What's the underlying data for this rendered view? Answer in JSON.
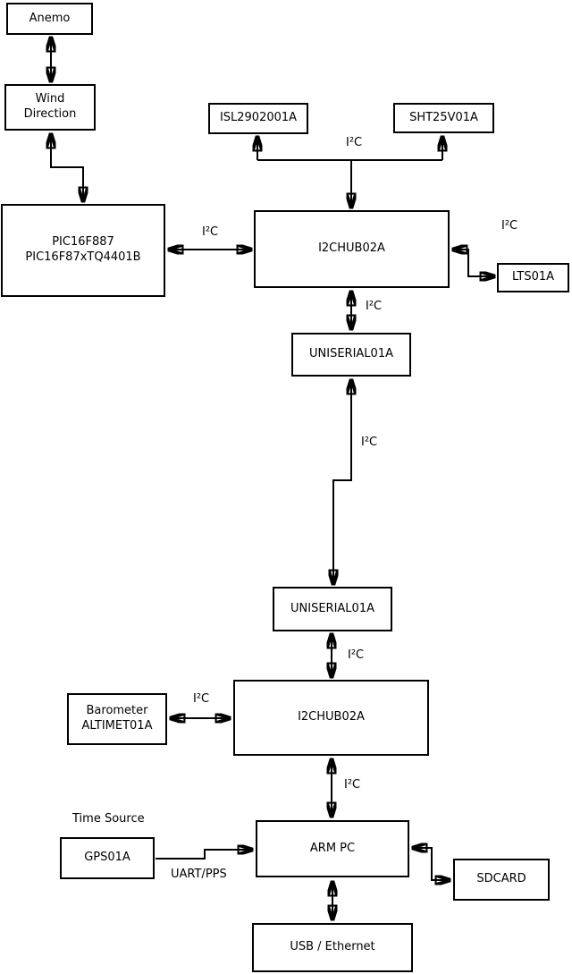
{
  "colors": {
    "background": "#ffffff",
    "line": "#000000",
    "box_fill": "#ffffff",
    "text": "#000000"
  },
  "nodes": {
    "anemo": {
      "label": "Anemo"
    },
    "wind_direction": {
      "lines": [
        "Wind",
        "Direction"
      ]
    },
    "pic": {
      "lines": [
        "PIC16F887",
        "PIC16F87xTQ4401B"
      ]
    },
    "isl": {
      "label": "ISL2902001A"
    },
    "sht": {
      "label": "SHT25V01A"
    },
    "i2chub_top": {
      "label": "I2CHUB02A"
    },
    "lts": {
      "label": "LTS01A"
    },
    "uniserial_top": {
      "label": "UNISERIAL01A"
    },
    "uniserial_bottom": {
      "label": "UNISERIAL01A"
    },
    "i2chub_bottom": {
      "label": "I2CHUB02A"
    },
    "barometer": {
      "lines": [
        "Barometer",
        "ALTIMET01A"
      ]
    },
    "gps": {
      "label": "GPS01A"
    },
    "arm_pc": {
      "label": "ARM PC"
    },
    "sdcard": {
      "label": "SDCARD"
    },
    "usb_ethernet": {
      "label": "USB / Ethernet"
    }
  },
  "labels": {
    "i2c": "I²C",
    "uart_pps": "UART/PPS",
    "time_source": "Time Source"
  },
  "edges": [
    {
      "from": "Anemo",
      "to": "Wind Direction",
      "arrows": "both",
      "label": ""
    },
    {
      "from": "Wind Direction",
      "to": "PIC16F887 PIC16F87xTQ4401B",
      "arrows": "both",
      "label": ""
    },
    {
      "from": "I2CHUB02A (top)",
      "to": "ISL2902001A",
      "arrows": "both",
      "label": "I²C"
    },
    {
      "from": "I2CHUB02A (top)",
      "to": "SHT25V01A",
      "arrows": "both",
      "label": "I²C"
    },
    {
      "from": "PIC16F887 PIC16F87xTQ4401B",
      "to": "I2CHUB02A (top)",
      "arrows": "both",
      "label": "I²C"
    },
    {
      "from": "I2CHUB02A (top)",
      "to": "LTS01A",
      "arrows": "both",
      "label": "I²C"
    },
    {
      "from": "I2CHUB02A (top)",
      "to": "UNISERIAL01A (top)",
      "arrows": "both",
      "label": "I²C"
    },
    {
      "from": "UNISERIAL01A (top)",
      "to": "UNISERIAL01A (bottom)",
      "arrows": "both",
      "label": "I²C"
    },
    {
      "from": "UNISERIAL01A (bottom)",
      "to": "I2CHUB02A (bottom)",
      "arrows": "both",
      "label": "I²C"
    },
    {
      "from": "Barometer ALTIMET01A",
      "to": "I2CHUB02A (bottom)",
      "arrows": "both",
      "label": "I²C"
    },
    {
      "from": "I2CHUB02A (bottom)",
      "to": "ARM PC",
      "arrows": "both",
      "label": "I²C"
    },
    {
      "from": "GPS01A",
      "to": "ARM PC",
      "arrows": "end",
      "label": "UART/PPS"
    },
    {
      "from": "ARM PC",
      "to": "SDCARD",
      "arrows": "both",
      "label": ""
    },
    {
      "from": "ARM PC",
      "to": "USB / Ethernet",
      "arrows": "both",
      "label": ""
    }
  ]
}
